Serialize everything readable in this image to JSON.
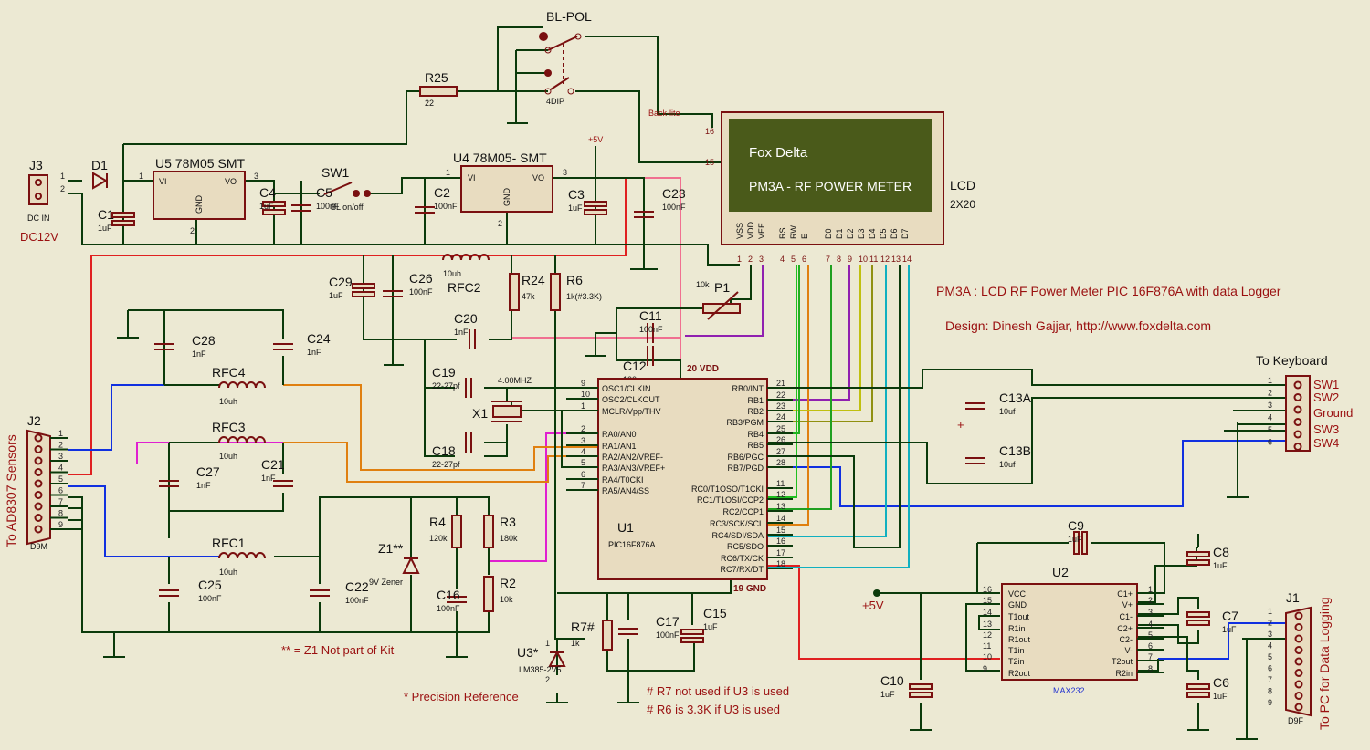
{
  "title": "PM3A : LCD RF Power Meter PIC 16F876A with data Logger",
  "design": "Design: Dinesh Gajjar,  http://www.foxdelta.com",
  "lcd": {
    "line1": "Fox Delta",
    "line2": "PM3A - RF POWER METER",
    "name": "LCD",
    "size": "2X20",
    "pins": [
      "VSS",
      "VDD",
      "VEE",
      "RS",
      "RW",
      "E",
      "D0",
      "D1",
      "D2",
      "D3",
      "D4",
      "D5",
      "D6",
      "D7"
    ],
    "pin_numbers": [
      "1",
      "2",
      "3",
      "4",
      "5",
      "6",
      "7",
      "8",
      "9",
      "10",
      "11",
      "12",
      "13",
      "14"
    ],
    "pin15": "15",
    "pin16": "16",
    "backlite": "Back-lite"
  },
  "switch_bl": {
    "name": "BL-POL",
    "ref": "4DIP"
  },
  "r25": {
    "name": "R25",
    "value": "22"
  },
  "j3": {
    "name": "J3",
    "label": "DC IN",
    "supply": "DC12V",
    "p1": "1",
    "p2": "2"
  },
  "d1": "D1",
  "u5": {
    "name": "U5 78M05 SMT",
    "vi": "VI",
    "vo": "VO",
    "gnd": "GND",
    "p1": "1",
    "p2": "2",
    "p3": "3"
  },
  "u4": {
    "name": "U4  78M05- SMT",
    "vi": "VI",
    "vo": "VO",
    "gnd": "GND",
    "p1": "1",
    "p2": "2",
    "p3": "3"
  },
  "sw1": {
    "name": "SW1",
    "label": "BL on/off"
  },
  "vplus5": "+5V",
  "caps": {
    "c1": {
      "name": "C1",
      "value": "1uF"
    },
    "c4": {
      "name": "C4",
      "value": "1uF"
    },
    "c5": {
      "name": "C5",
      "value": "100nF"
    },
    "c2": {
      "name": "C2",
      "value": "100nF"
    },
    "c3": {
      "name": "C3",
      "value": "1uF"
    },
    "c23": {
      "name": "C23",
      "value": "100nF"
    },
    "c29": {
      "name": "C29",
      "value": "1uF"
    },
    "c26": {
      "name": "C26",
      "value": "100nF"
    },
    "c20": {
      "name": "C20",
      "value": "1nF"
    },
    "c11": {
      "name": "C11",
      "value": "100nF"
    },
    "c12": {
      "name": "C12",
      "value": "100n"
    },
    "c19": {
      "name": "C19",
      "value": "22-27pf"
    },
    "c18": {
      "name": "C18",
      "value": "22-27pf"
    },
    "c28": {
      "name": "C28",
      "value": "1nF"
    },
    "c24": {
      "name": "C24",
      "value": "1nF"
    },
    "c27": {
      "name": "C27",
      "value": "1nF"
    },
    "c21": {
      "name": "C21",
      "value": "1nF"
    },
    "c25": {
      "name": "C25",
      "value": "100nF"
    },
    "c22": {
      "name": "C22",
      "value": "100nF"
    },
    "c16": {
      "name": "C16",
      "value": "100nF"
    },
    "c17": {
      "name": "C17",
      "value": "100nF"
    },
    "c15": {
      "name": "C15",
      "value": "1uF"
    },
    "c13a": {
      "name": "C13A",
      "value": "10uf"
    },
    "c13b": {
      "name": "C13B",
      "value": "10uf"
    },
    "c9": {
      "name": "C9",
      "value": "1uF"
    },
    "c8": {
      "name": "C8",
      "value": "1uF"
    },
    "c7": {
      "name": "C7",
      "value": "1uF"
    },
    "c6": {
      "name": "C6",
      "value": "1uF"
    },
    "c10": {
      "name": "C10",
      "value": "1uF"
    }
  },
  "res": {
    "r24": {
      "name": "R24",
      "value": "47k"
    },
    "r6": {
      "name": "R6",
      "value": "1k(#3.3K)"
    },
    "r4": {
      "name": "R4",
      "value": "120k"
    },
    "r3": {
      "name": "R3",
      "value": "180k"
    },
    "r2": {
      "name": "R2",
      "value": "10k"
    },
    "r7": {
      "name": "R7#",
      "value": "1k"
    },
    "p1": {
      "name": "P1",
      "value": "10k"
    }
  },
  "rfc": {
    "rfc2": {
      "name": "RFC2",
      "value": "10uh"
    },
    "rfc4": {
      "name": "RFC4",
      "value": "10uh"
    },
    "rfc3": {
      "name": "RFC3",
      "value": "10uh"
    },
    "rfc1": {
      "name": "RFC1",
      "value": "10uh"
    }
  },
  "xtal": {
    "name": "X1",
    "freq": "4.00MHZ"
  },
  "u1": {
    "name": "U1",
    "part": "PIC16F876A",
    "vdd": "20 VDD",
    "gnd": "19 GND",
    "left": [
      {
        "n": "9",
        "t": "OSC1/CLKIN"
      },
      {
        "n": "10",
        "t": "OSC2/CLKOUT"
      },
      {
        "n": "1",
        "t": "MCLR/Vpp/THV"
      },
      {
        "n": "2",
        "t": "RA0/AN0"
      },
      {
        "n": "3",
        "t": "RA1/AN1"
      },
      {
        "n": "4",
        "t": "RA2/AN2/VREF-"
      },
      {
        "n": "5",
        "t": "RA3/AN3/VREF+"
      },
      {
        "n": "6",
        "t": "RA4/T0CKI"
      },
      {
        "n": "7",
        "t": "RA5/AN4/SS"
      }
    ],
    "right": [
      {
        "n": "21",
        "t": "RB0/INT"
      },
      {
        "n": "22",
        "t": "RB1"
      },
      {
        "n": "23",
        "t": "RB2"
      },
      {
        "n": "24",
        "t": "RB3/PGM"
      },
      {
        "n": "25",
        "t": "RB4"
      },
      {
        "n": "26",
        "t": "RB5"
      },
      {
        "n": "27",
        "t": "RB6/PGC"
      },
      {
        "n": "28",
        "t": "RB7/PGD"
      },
      {
        "n": "11",
        "t": "RC0/T1OSO/T1CKI"
      },
      {
        "n": "12",
        "t": "RC1/T1OSI/CCP2"
      },
      {
        "n": "13",
        "t": "RC2/CCP1"
      },
      {
        "n": "14",
        "t": "RC3/SCK/SCL"
      },
      {
        "n": "15",
        "t": "RC4/SDI/SDA"
      },
      {
        "n": "16",
        "t": "RC5/SDO"
      },
      {
        "n": "17",
        "t": "RC6/TX/CK"
      },
      {
        "n": "18",
        "t": "RC7/RX/DT"
      }
    ]
  },
  "u2": {
    "name": "U2",
    "part": "MAX232",
    "left": [
      {
        "n": "16",
        "t": "VCC"
      },
      {
        "n": "15",
        "t": "GND"
      },
      {
        "n": "14",
        "t": "T1out"
      },
      {
        "n": "13",
        "t": "R1in"
      },
      {
        "n": "12",
        "t": "R1out"
      },
      {
        "n": "11",
        "t": "T1in"
      },
      {
        "n": "10",
        "t": "T2in"
      },
      {
        "n": "9",
        "t": "R2out"
      }
    ],
    "right": [
      {
        "n": "1",
        "t": "C1+"
      },
      {
        "n": "2",
        "t": "V+"
      },
      {
        "n": "3",
        "t": "C1-"
      },
      {
        "n": "4",
        "t": "C2+"
      },
      {
        "n": "5",
        "t": "C2-"
      },
      {
        "n": "6",
        "t": "V-"
      },
      {
        "n": "7",
        "t": "T2out"
      },
      {
        "n": "8",
        "t": "R2in"
      }
    ]
  },
  "u3": {
    "name": "U3*",
    "part": "LM385-2V5",
    "p1": "1",
    "p2": "2"
  },
  "z1": {
    "name": "Z1**",
    "value": "9V Zener"
  },
  "j2": {
    "name": "J2",
    "type": "D9M",
    "side": "To AD8307 Sensors",
    "pins": [
      "1",
      "2",
      "3",
      "4",
      "5",
      "6",
      "7",
      "8",
      "9"
    ]
  },
  "j1": {
    "name": "J1",
    "type": "D9F",
    "side": "To PC for Data Logging",
    "pins": [
      "1",
      "2",
      "3",
      "4",
      "5",
      "6",
      "7",
      "8",
      "9"
    ]
  },
  "kbd": {
    "title": "To Keyboard",
    "pins": [
      "1",
      "2",
      "3",
      "4",
      "5",
      "6"
    ],
    "labels": [
      "SW1",
      "SW2",
      "Ground",
      "SW3",
      "SW4"
    ]
  },
  "notes": {
    "z1": "** = Z1 Not part of Kit",
    "precision": "* Precision Reference",
    "r7": "# R7 not used if U3 is used",
    "r6": "# R6 is 3.3K if U3 is used"
  },
  "plus": "+",
  "colors": {
    "bg": "#ece9d3",
    "wire": "#0b3a0b",
    "component": "#7a1010",
    "lcd": "#4a5a1a"
  }
}
